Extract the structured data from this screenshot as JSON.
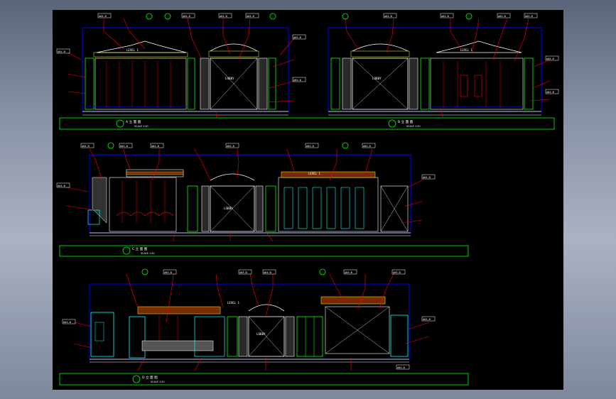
{
  "colors": {
    "background": "#000000",
    "outline": "#0000ff",
    "annotation": "#ff0000",
    "frame": "#00ff00",
    "structure": "#ffffff",
    "glass": "#00ffff",
    "accent": "#ffff00"
  },
  "elevations": [
    {
      "id": "A",
      "tags": [
        "A04-B",
        "A04-B",
        "A04-B",
        "A04-B",
        "A04-B",
        "A04-B",
        "A04-B"
      ],
      "room_label": "LOBBY",
      "level_label": "LEVEL 1",
      "title": "A 立 面 图",
      "subtitle": "SCALE 1:50"
    },
    {
      "id": "B",
      "tags": [
        "A04-B",
        "A04-B",
        "A04-B",
        "A04-B",
        "A04-B",
        "A04-B"
      ],
      "room_label": "LOBBY",
      "level_label": "LEVEL 1",
      "title": "B 立 面 图",
      "subtitle": "SCALE 1:50"
    },
    {
      "id": "C",
      "tags": [
        "A04-B",
        "A04-B",
        "A04-B",
        "A04-B",
        "A04-B",
        "A04-B",
        "A04-B",
        "A04-B"
      ],
      "room_label": "LOBBY",
      "level_label": "LEVEL 1",
      "title": "C 立 面 图",
      "subtitle": "SCALE 1:50"
    },
    {
      "id": "D",
      "tags": [
        "A04-B",
        "A04-B",
        "A04-B",
        "A04-B",
        "A04-B",
        "A04-B",
        "A04-B",
        "A04-B"
      ],
      "room_label": "LOBBY",
      "level_label": "LEVEL 1",
      "title": "D 立 面 图",
      "subtitle": "SCALE 1:50"
    }
  ]
}
